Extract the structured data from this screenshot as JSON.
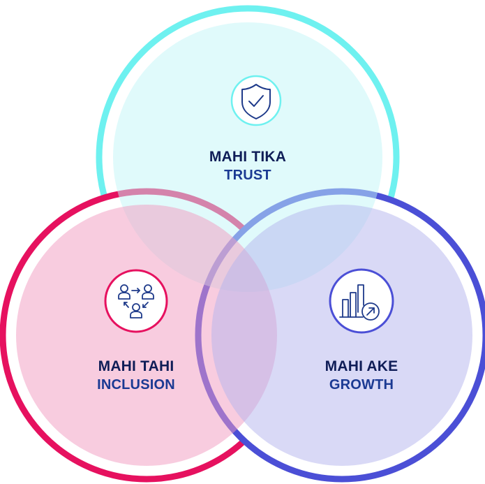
{
  "circles": {
    "trust": {
      "maori": "MAHI TIKA",
      "english": "TRUST",
      "icon": "shield-check-icon",
      "ring_color": "#6ef1f0",
      "fill_color": "#e3fbfc",
      "icon_color": "#1e3a8a"
    },
    "inclusion": {
      "maori": "MAHI TAHI",
      "english": "INCLUSION",
      "icon": "people-network-icon",
      "ring_color": "#e6115f",
      "fill_color": "#f7c9dd",
      "icon_color": "#1e3a8a"
    },
    "growth": {
      "maori": "MAHI AKE",
      "english": "GROWTH",
      "icon": "bar-chart-growth-icon",
      "ring_color": "#4b4fd6",
      "fill_color": "#d8d9f6",
      "icon_color": "#1e3a8a"
    }
  }
}
